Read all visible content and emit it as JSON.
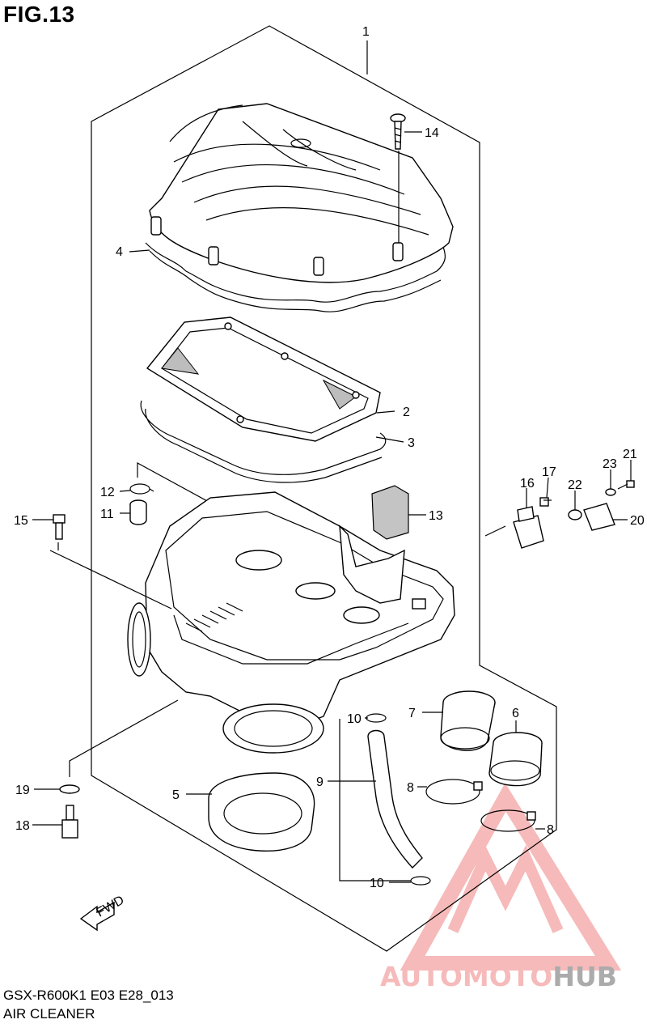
{
  "figure": {
    "title": "FIG.13"
  },
  "footer": {
    "model_code": "GSX-R600K1 E03 E28_013",
    "section_name": "AIR CLEANER"
  },
  "callouts": [
    {
      "id": "1",
      "text": "1"
    },
    {
      "id": "2",
      "text": "2"
    },
    {
      "id": "3",
      "text": "3"
    },
    {
      "id": "4",
      "text": "4"
    },
    {
      "id": "5",
      "text": "5"
    },
    {
      "id": "6",
      "text": "6"
    },
    {
      "id": "7",
      "text": "7"
    },
    {
      "id": "8a",
      "text": "8"
    },
    {
      "id": "8b",
      "text": "8"
    },
    {
      "id": "9",
      "text": "9"
    },
    {
      "id": "10a",
      "text": "10"
    },
    {
      "id": "10b",
      "text": "10"
    },
    {
      "id": "11",
      "text": "11"
    },
    {
      "id": "12",
      "text": "12"
    },
    {
      "id": "13",
      "text": "13"
    },
    {
      "id": "14",
      "text": "14"
    },
    {
      "id": "15",
      "text": "15"
    },
    {
      "id": "16",
      "text": "16"
    },
    {
      "id": "17",
      "text": "17"
    },
    {
      "id": "18",
      "text": "18"
    },
    {
      "id": "19",
      "text": "19"
    },
    {
      "id": "20",
      "text": "20"
    },
    {
      "id": "21",
      "text": "21"
    },
    {
      "id": "22",
      "text": "22"
    },
    {
      "id": "23",
      "text": "23"
    }
  ],
  "direction_arrow": {
    "text": "FWD"
  },
  "watermark": {
    "text_part1": "AUTOMOTO",
    "text_part2": "HUB",
    "color_primary": "#f4a3a3",
    "color_secondary": "#9a9a9a"
  }
}
